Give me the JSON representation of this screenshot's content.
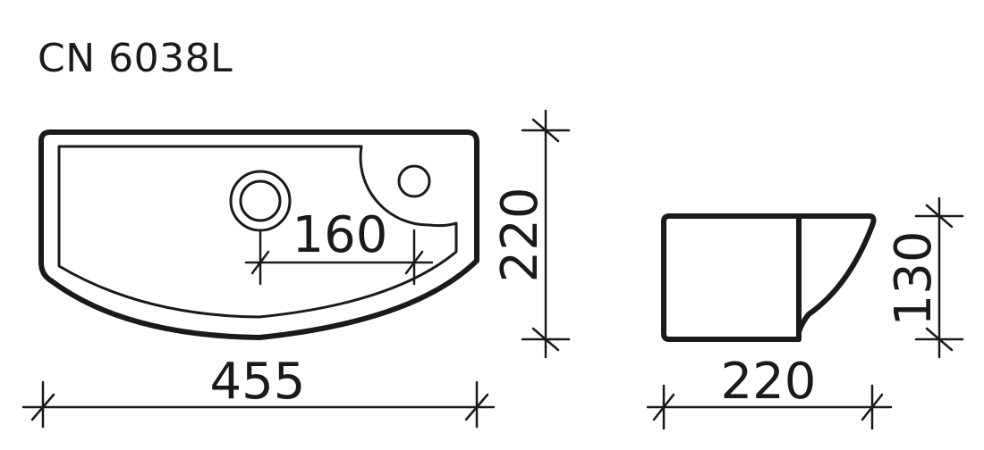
{
  "title": "CN 6038L",
  "dimensions": {
    "top_view_width": "455",
    "top_view_depth": "220",
    "drain_to_tap_spacing": "160",
    "side_view_depth": "220",
    "side_view_height": "130"
  }
}
